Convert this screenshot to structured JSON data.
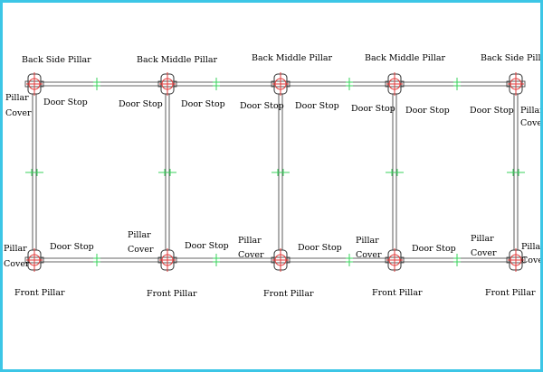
{
  "colors": {
    "frame": "#3cc6e6",
    "line": "#333333",
    "pillar_marker": "#e23b3b",
    "joint_marker": "#39d15b"
  },
  "labels": {
    "back_side_pillar_left": "Back Side Pillar",
    "back_middle_pillar_1": "Back Middle Pillar",
    "back_middle_pillar_2": "Back Middle Pillar",
    "back_middle_pillar_3": "Back Middle Pillar",
    "back_side_pillar_right": "Back Side Pillar",
    "top_pillar_cover_left_1": "Pillar",
    "top_pillar_cover_left_2": "Cover",
    "top_pillar_cover_right_1": "Pillar",
    "top_pillar_cover_right_2": "Cover",
    "door_stop_top_1": "Door Stop",
    "door_stop_top_2": "Door Stop",
    "door_stop_top_3": "Door Stop",
    "door_stop_top_4": "Door Stop",
    "door_stop_top_5": "Door Stop",
    "door_stop_top_6": "Door Stop",
    "door_stop_top_7": "Door Stop",
    "door_stop_top_8": "Door Stop",
    "bottom_pillar_cover_left_1": "Pillar",
    "bottom_pillar_cover_left_2": "Cover",
    "bottom_pillar_cover_1a": "Pillar",
    "bottom_pillar_cover_1b": "Cover",
    "bottom_pillar_cover_2a": "Pillar",
    "bottom_pillar_cover_2b": "Cover",
    "bottom_pillar_cover_3a": "Pillar",
    "bottom_pillar_cover_3b": "Cover",
    "bottom_pillar_cover_4a": "Pillar",
    "bottom_pillar_cover_4b": "Cover",
    "bottom_pillar_cover_right_1": "Pillar",
    "bottom_pillar_cover_right_2": "Cover",
    "door_stop_bottom_1": "Door Stop",
    "door_stop_bottom_2": "Door Stop",
    "door_stop_bottom_3": "Door Stop",
    "door_stop_bottom_4": "Door Stop",
    "front_pillar_1": "Front Pillar",
    "front_pillar_2": "Front Pillar",
    "front_pillar_3": "Front Pillar",
    "front_pillar_4": "Front Pillar",
    "front_pillar_5": "Front Pillar"
  }
}
